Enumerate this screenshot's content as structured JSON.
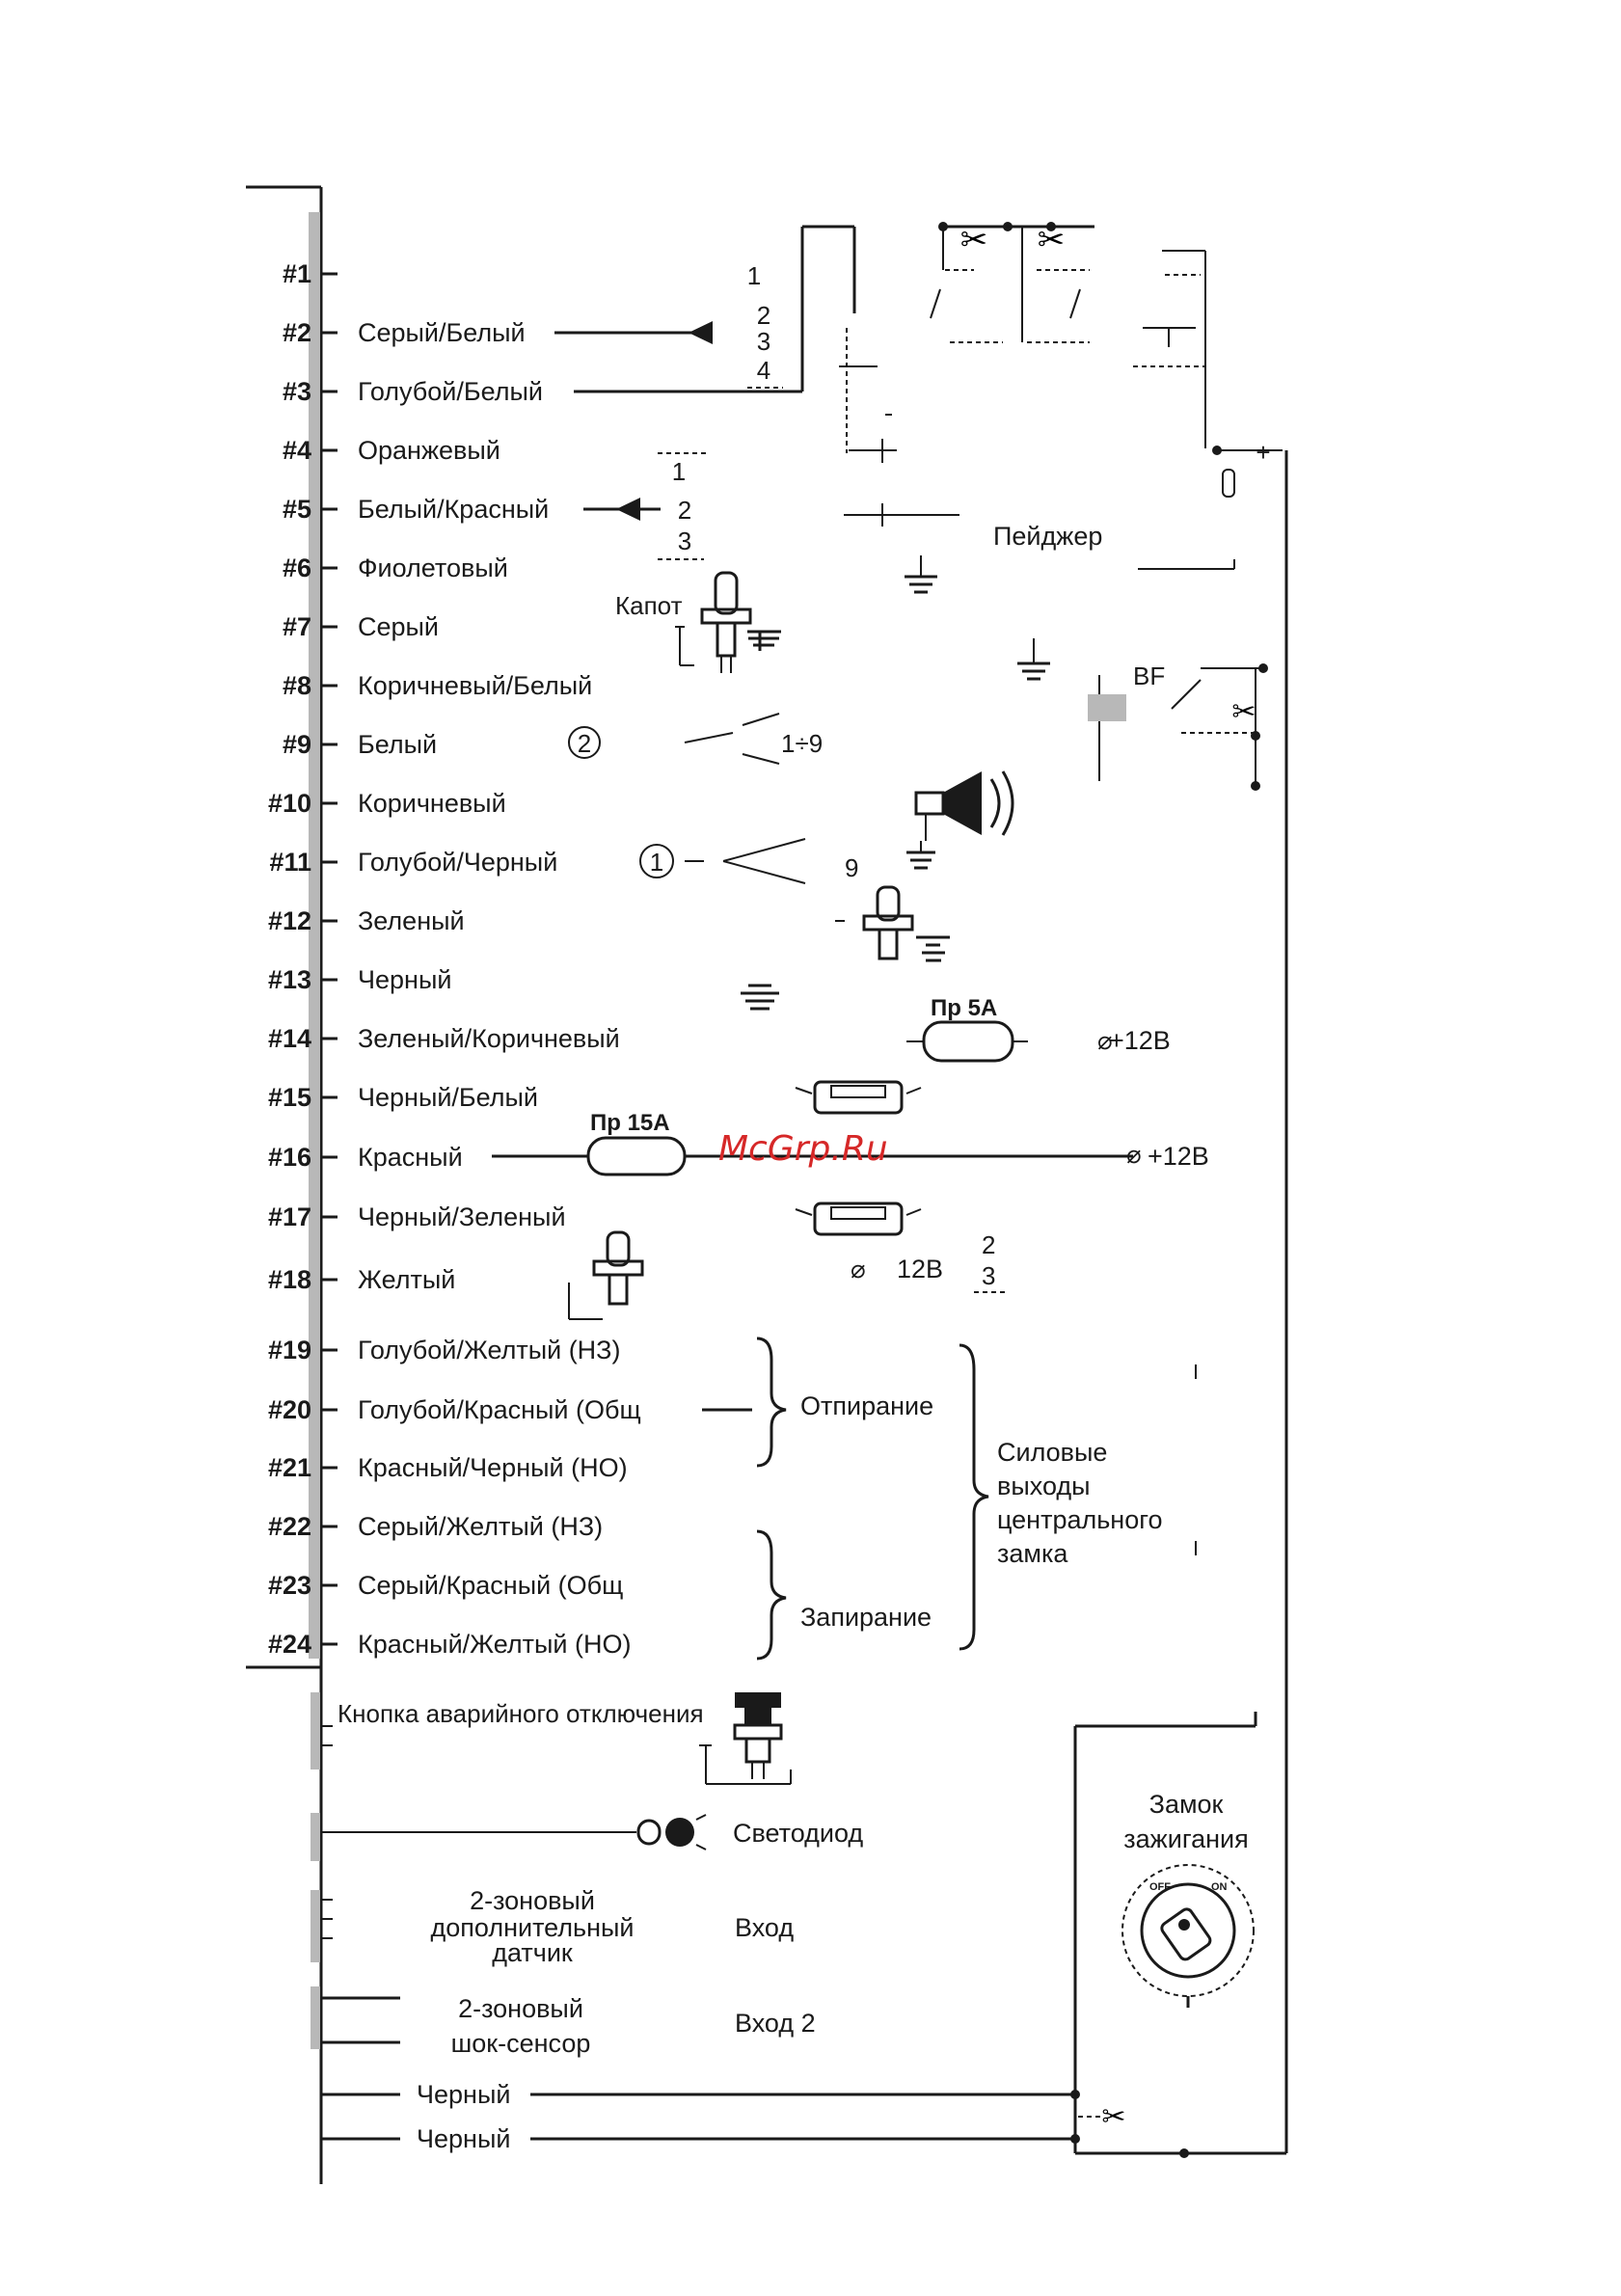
{
  "colors": {
    "ink": "#1a1a1a",
    "watermark": "#d62828",
    "connector_shade": "#b8b8b8"
  },
  "pins": [
    {
      "num": "#1",
      "label": ""
    },
    {
      "num": "#2",
      "label": "Серый/Белый"
    },
    {
      "num": "#3",
      "label": "Голубой/Белый"
    },
    {
      "num": "#4",
      "label": "Оранжевый"
    },
    {
      "num": "#5",
      "label": "Белый/Красный"
    },
    {
      "num": "#6",
      "label": "Фиолетовый"
    },
    {
      "num": "#7",
      "label": "Серый"
    },
    {
      "num": "#8",
      "label": "Коричневый/Белый"
    },
    {
      "num": "#9",
      "label": "Белый"
    },
    {
      "num": "#10",
      "label": "Коричневый"
    },
    {
      "num": "#11",
      "label": "Голубой/Черный"
    },
    {
      "num": "#12",
      "label": "Зеленый"
    },
    {
      "num": "#13",
      "label": "Черный"
    },
    {
      "num": "#14",
      "label": "Зеленый/Коричневый"
    },
    {
      "num": "#15",
      "label": "Черный/Белый"
    },
    {
      "num": "#16",
      "label": "Красный"
    },
    {
      "num": "#17",
      "label": "Черный/Зеленый"
    },
    {
      "num": "#18",
      "label": "Желтый"
    },
    {
      "num": "#19",
      "label": "Голубой/Желтый (НЗ)"
    },
    {
      "num": "#20",
      "label": "Голубой/Красный (Общ"
    },
    {
      "num": "#21",
      "label": "Красный/Черный (НО)"
    },
    {
      "num": "#22",
      "label": "Серый/Желтый (НЗ)"
    },
    {
      "num": "#23",
      "label": "Серый/Красный (Общ"
    },
    {
      "num": "#24",
      "label": "Красный/Желтый (НО)"
    }
  ],
  "relay_numbers": {
    "n1": "1",
    "n2": "2",
    "n3": "3",
    "n4": "4"
  },
  "pager_label": "Пейджер",
  "hood_label": "Капот",
  "switch_numbers": {
    "two": "2",
    "three": "3",
    "one": "1"
  },
  "led_ranges": {
    "range_a": "1÷9",
    "range_b": "9",
    "circle_a": "2",
    "circle_b": "1"
  },
  "fuse_5a": "Пр  5А",
  "fuse_15a": "Пр  15А",
  "plus_12v": "+12В",
  "plus_12v_b": "12В",
  "cl_unlock": "Отпирание",
  "cl_lock": "Запирание",
  "cl_outputs": [
    "Силовые",
    "выходы",
    "центрального",
    "замка"
  ],
  "bottom": {
    "emergency_button": "Кнопка аварийного отключения",
    "led": "Светодиод",
    "aux_sensor": [
      "2-зоновый",
      "дополнительный",
      "датчик"
    ],
    "input": "Вход",
    "shock_sensor": [
      "2-зоновый",
      "шок-сенсор"
    ],
    "input2": "Вход 2",
    "black1": "Черный",
    "black2": "Черный",
    "ignition": [
      "Замок",
      "зажигания"
    ],
    "off": "OFF",
    "on": "ON"
  },
  "watermark": "McGrp.Ru"
}
